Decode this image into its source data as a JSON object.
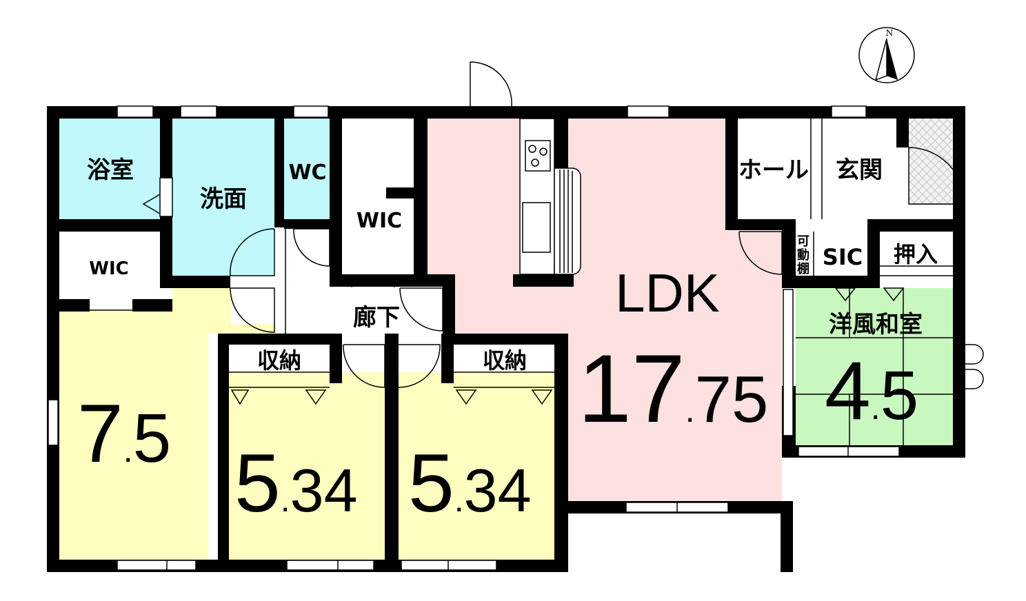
{
  "rooms": {
    "bath": "浴室",
    "washroom": "洗面",
    "wc": "WC",
    "wic_center": "WIC",
    "wic_left": "WIC",
    "hall": "ホール",
    "entrance": "玄関",
    "movable_shelf": [
      "可",
      "動",
      "棚"
    ],
    "sic": "SIC",
    "oshiire": "押入",
    "corridor": "廊下",
    "storage_left": "収納",
    "storage_right": "収納",
    "washitsu": "洋風和室",
    "ldk": "LDK"
  },
  "sizes": {
    "room_left": {
      "int": "7",
      "dec": "5"
    },
    "room_mid": {
      "int": "5",
      "dec": "34"
    },
    "room_right": {
      "int": "5",
      "dec": "34"
    },
    "ldk": {
      "int": "17",
      "dec": "75"
    },
    "washitsu": {
      "int": "4",
      "dec": "5"
    }
  },
  "compass": {
    "north": "N"
  },
  "colors": {
    "water": "#c0f8fc",
    "bedroom": "#fefec0",
    "ldk": "#fde0e0",
    "washitsu": "#c8f7c0",
    "wall": "#000000"
  }
}
